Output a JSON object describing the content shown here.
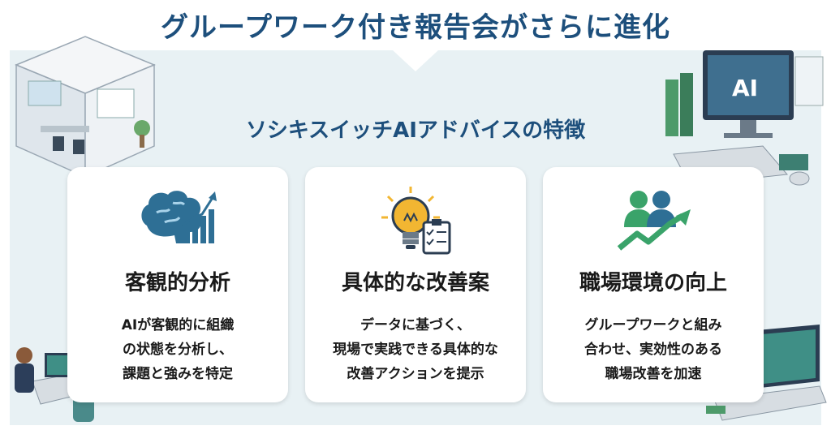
{
  "title": "グループワーク付き報告会がさらに進化",
  "subtitle": "ソシキスイッチAIアドバイスの特徴",
  "monitor_label": "AI",
  "cards": [
    {
      "icon": "brain-chart-icon",
      "heading": "客観的分析",
      "lines": [
        "AIが客観的に組織",
        "の状態を分析し、",
        "課題と強みを特定"
      ]
    },
    {
      "icon": "lightbulb-checklist-icon",
      "heading": "具体的な改善案",
      "lines": [
        "データに基づく、",
        "現場で実践できる具体的な",
        "改善アクションを提示"
      ]
    },
    {
      "icon": "people-growth-icon",
      "heading": "職場環境の向上",
      "lines": [
        "グループワークと組み",
        "合わせ、実効性のある",
        "職場改善を加速"
      ]
    }
  ],
  "colors": {
    "title": "#1d4f7c",
    "panel": "#e8f1f4",
    "brain": "#2e6f95",
    "bulb": "#f2b632",
    "green": "#3aa36a"
  }
}
